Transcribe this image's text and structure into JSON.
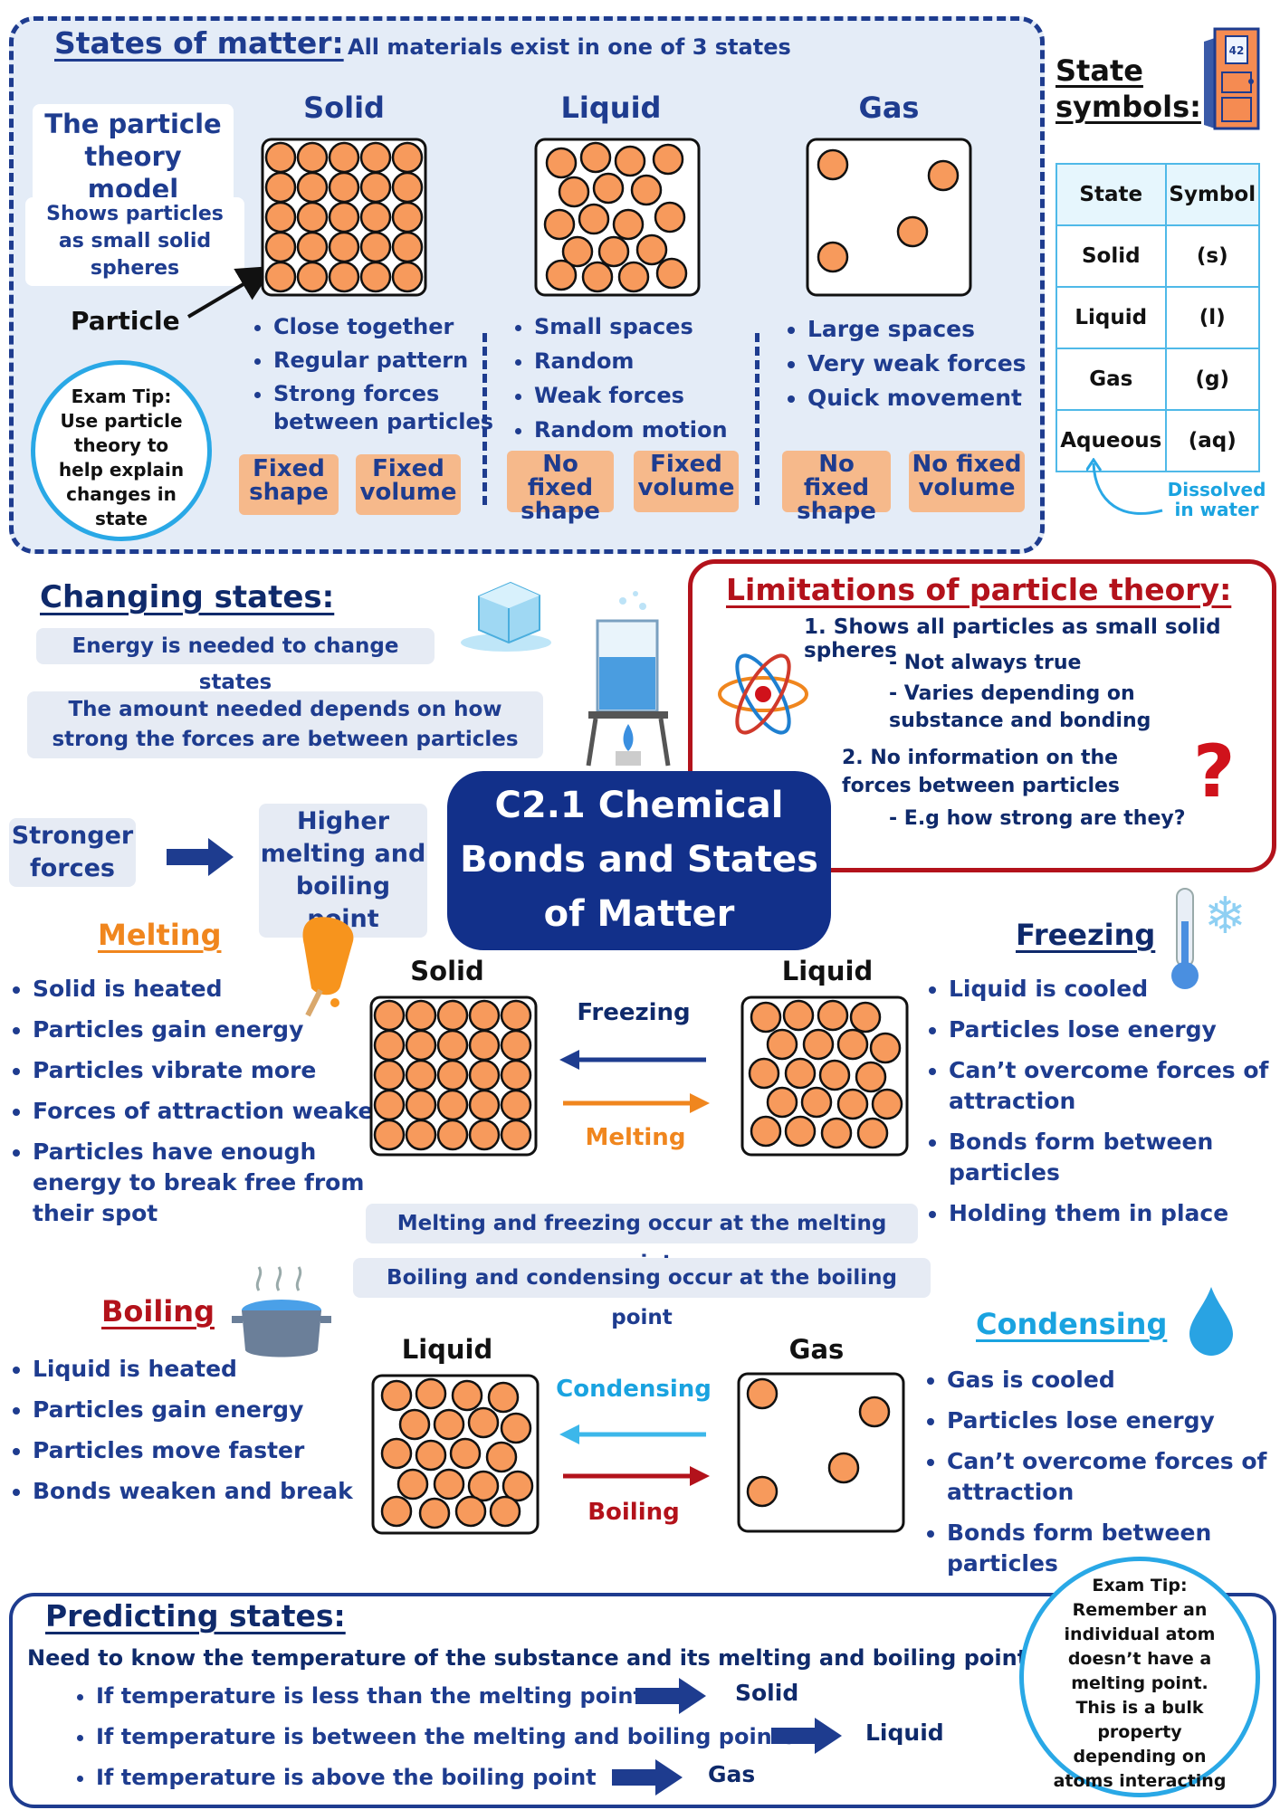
{
  "states_section": {
    "title": "States of matter:",
    "subtitle": "All materials exist in one of 3 states",
    "ptm_label": "The particle theory model",
    "ptm_desc": "Shows particles as small solid spheres",
    "particle_label": "Particle",
    "exam_tip": "Exam Tip: Use particle theory to help explain changes in state",
    "solid": {
      "name": "Solid",
      "bullets": [
        "Close together",
        "Regular pattern",
        "Strong forces between particles"
      ],
      "tags": [
        "Fixed shape",
        "Fixed volume"
      ]
    },
    "liquid": {
      "name": "Liquid",
      "bullets": [
        "Small spaces",
        "Random",
        "Weak forces",
        "Random motion"
      ],
      "tags": [
        "No fixed shape",
        "Fixed volume"
      ]
    },
    "gas": {
      "name": "Gas",
      "bullets": [
        "Large spaces",
        "Very weak forces",
        "Quick movement"
      ],
      "tags": [
        "No fixed shape",
        "No fixed volume"
      ]
    }
  },
  "state_symbols": {
    "title": "State symbols:",
    "headers": [
      "State",
      "Symbol"
    ],
    "rows": [
      [
        "Solid",
        "(s)"
      ],
      [
        "Liquid",
        "(l)"
      ],
      [
        "Gas",
        "(g)"
      ],
      [
        "Aqueous",
        "(aq)"
      ]
    ],
    "note": "Dissolved in water",
    "door_number": "42"
  },
  "changing": {
    "title": "Changing states:",
    "energy": "Energy is needed to change states",
    "amount": "The amount needed depends on how strong the forces are between particles",
    "stronger": "Stronger forces",
    "higher": "Higher melting and boiling point"
  },
  "limitations": {
    "title": "Limitations of particle theory:",
    "point1": "1. Shows all particles as small solid spheres",
    "sub1": [
      "Not always true",
      "Varies depending on substance and bonding"
    ],
    "point2": "2. No information on the forces between particles",
    "sub2": [
      "E.g how strong are they?"
    ],
    "q_mark": "?"
  },
  "center_title": "C2.1 Chemical Bonds and States of Matter",
  "melting": {
    "title": "Melting",
    "bullets": [
      "Solid is heated",
      "Particles gain energy",
      "Particles vibrate more",
      "Forces of attraction weaken",
      "Particles have enough energy to break free from their spot"
    ]
  },
  "freezing": {
    "title": "Freezing",
    "bullets": [
      "Liquid is cooled",
      "Particles lose energy",
      "Can’t overcome forces of attraction",
      "Bonds form between particles",
      "Holding them in place"
    ]
  },
  "diagram1": {
    "left": "Solid",
    "right": "Liquid",
    "top_arrow": "Freezing",
    "bottom_arrow": "Melting"
  },
  "notes": {
    "melt_point": "Melting and freezing occur at the melting point",
    "boil_point": "Boiling and condensing occur at the boiling point"
  },
  "boiling": {
    "title": "Boiling",
    "bullets": [
      "Liquid is heated",
      "Particles gain energy",
      "Particles move faster",
      "Bonds weaken and break"
    ]
  },
  "condensing": {
    "title": "Condensing",
    "bullets": [
      "Gas is cooled",
      "Particles lose energy",
      "Can’t overcome forces of attraction",
      "Bonds form between particles"
    ]
  },
  "diagram2": {
    "left": "Liquid",
    "right": "Gas",
    "top_arrow": "Condensing",
    "bottom_arrow": "Boiling"
  },
  "predicting": {
    "title": "Predicting states:",
    "intro": "Need to know the temperature of the substance and its melting and boiling points",
    "rules": [
      {
        "condition": "If temperature is less than the melting point",
        "result": "Solid"
      },
      {
        "condition": "If temperature is between the melting and boiling points",
        "result": "Liquid"
      },
      {
        "condition": "If temperature is above the boiling point",
        "result": "Gas"
      }
    ],
    "exam_tip": "Exam Tip: Remember an individual atom doesn’t have a melting point. This is a bulk property depending on atoms interacting"
  },
  "colors": {
    "navy": "#1e3c8f",
    "orange": "#f0861e",
    "red": "#b3121b",
    "cyan": "#1aa3e0",
    "particle": "#f79a5c",
    "panel": "#e4ecf7"
  }
}
